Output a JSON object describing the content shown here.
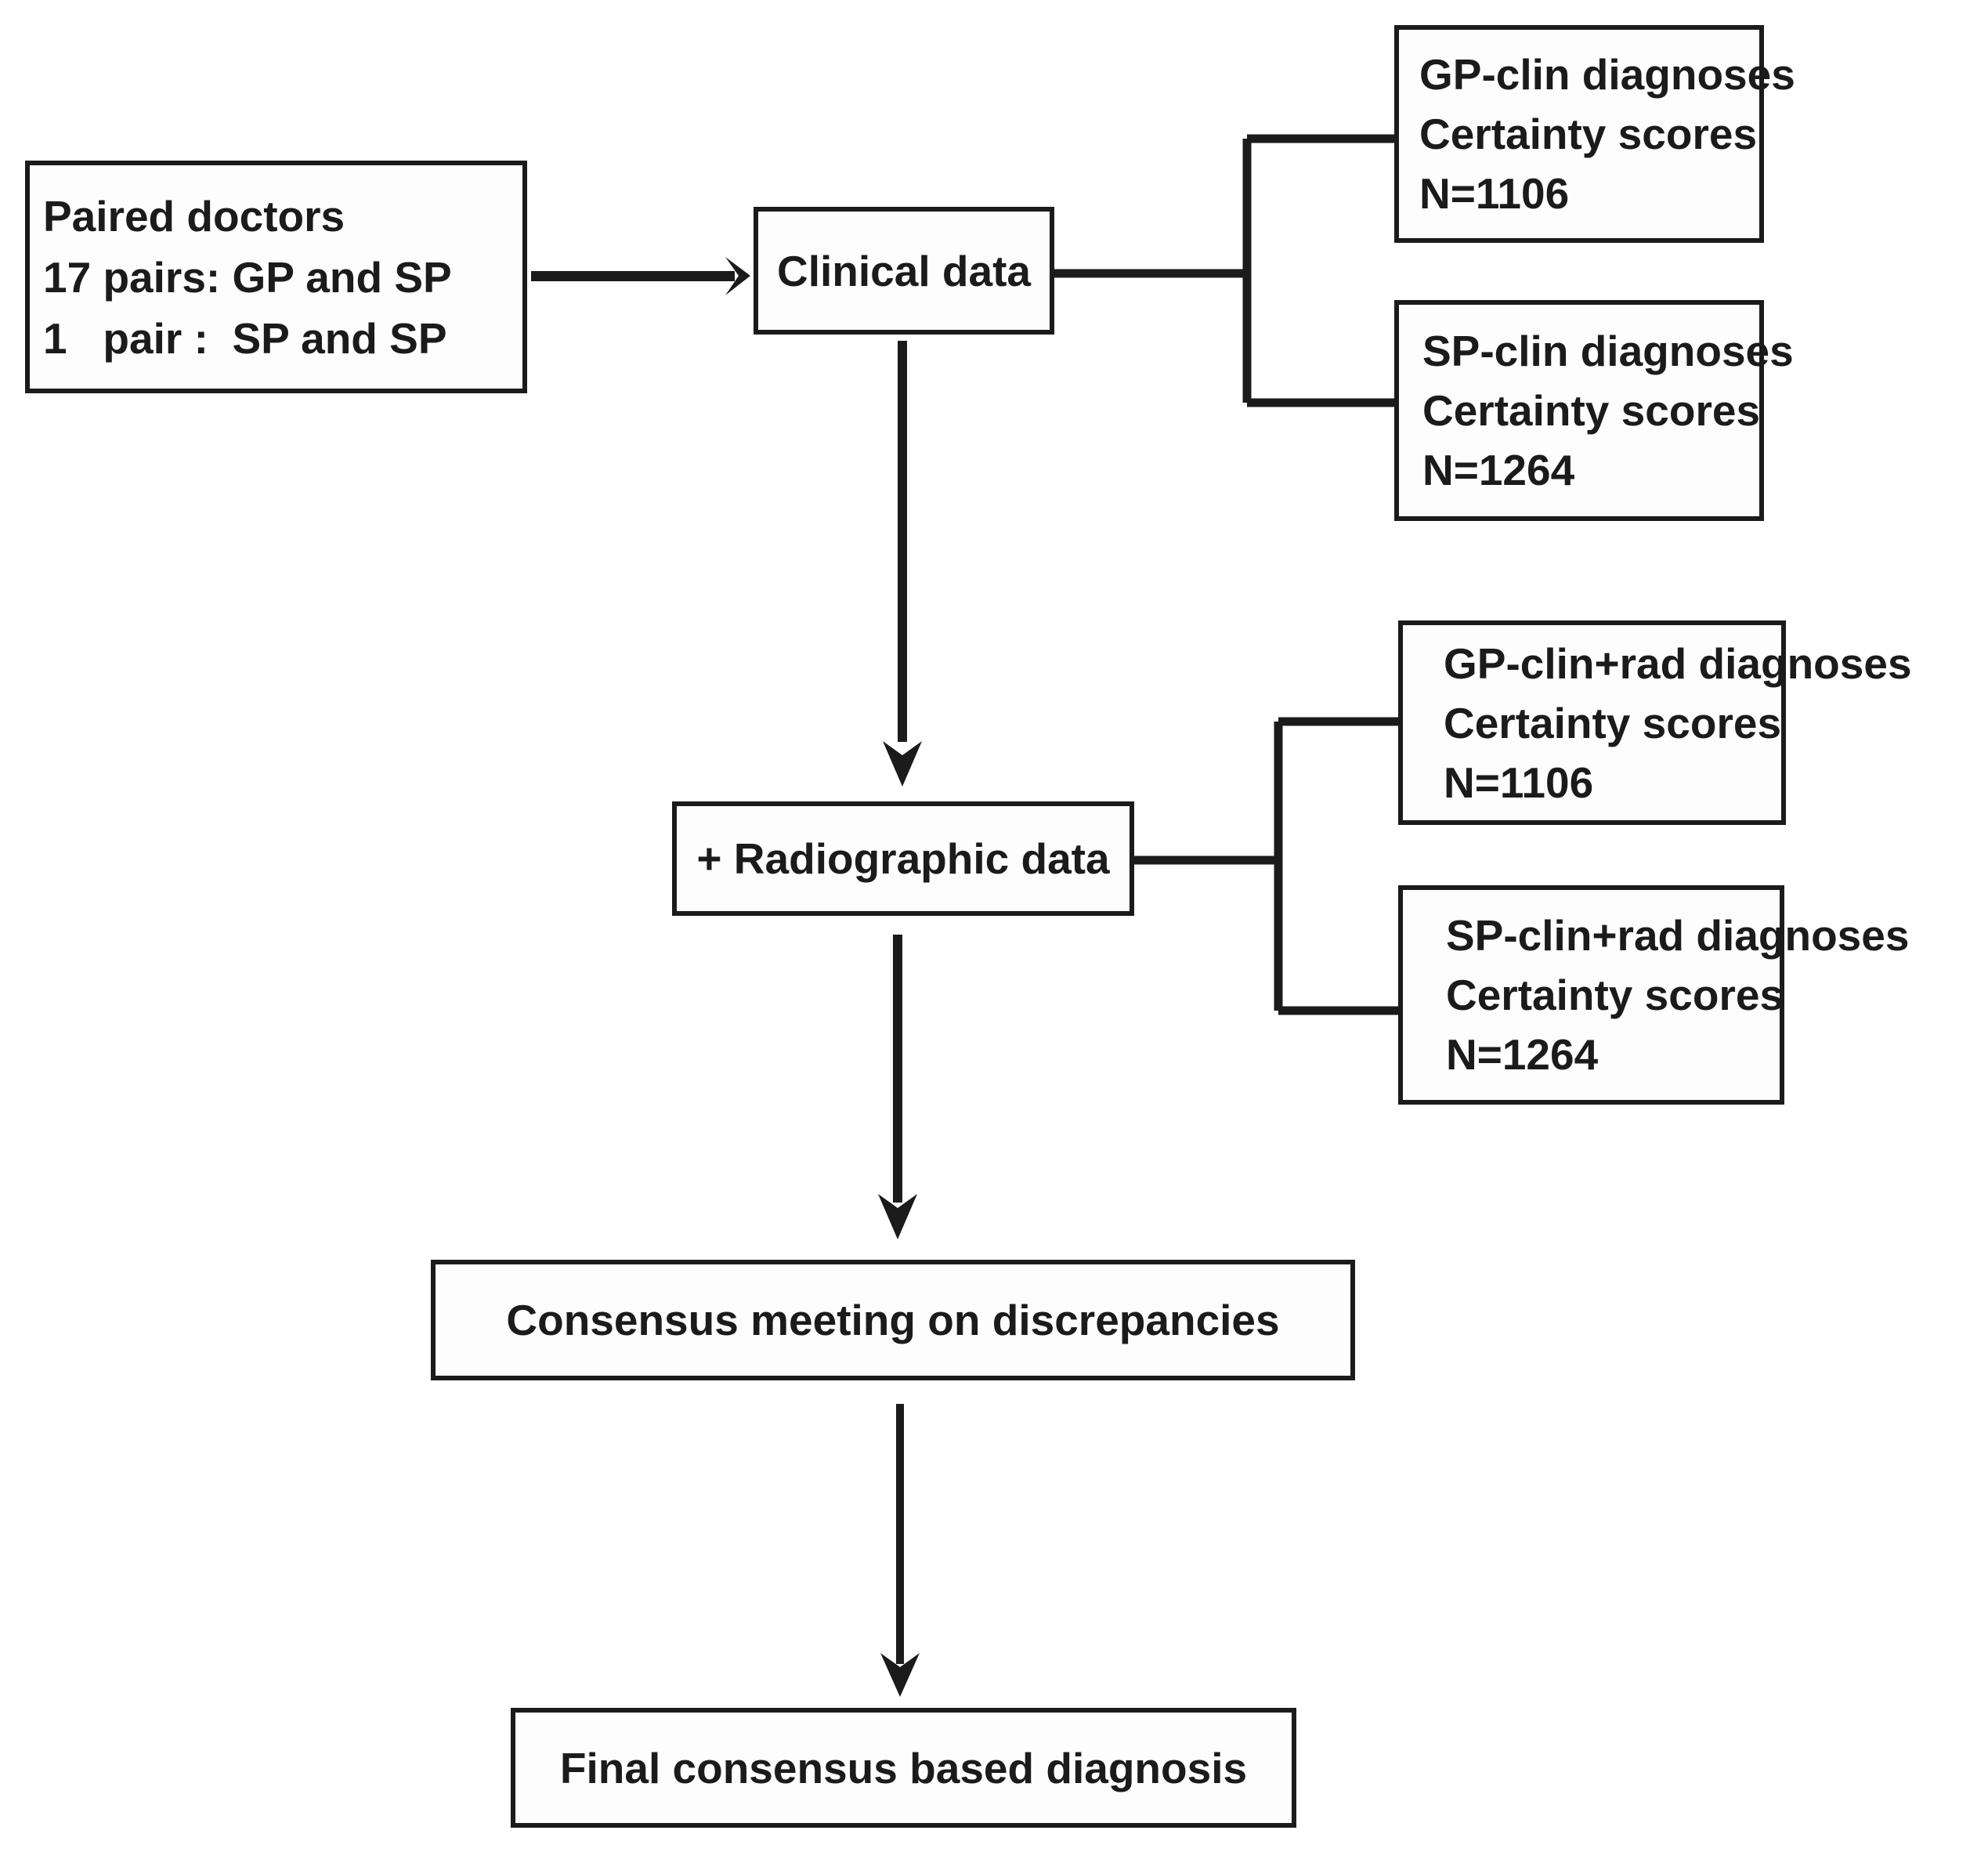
{
  "colors": {
    "ink": "#1b1b1b",
    "background": "#ffffff",
    "box_fill": "#fdfdfd"
  },
  "boxes": {
    "paired_doctors": {
      "lines": [
        "Paired doctors",
        "17 pairs: GP and SP",
        "1   pair :  SP and SP"
      ]
    },
    "clinical_data": {
      "label": "Clinical data"
    },
    "gp_clin": {
      "lines": [
        "GP-clin diagnoses",
        "Certainty scores",
        "N=1106"
      ]
    },
    "sp_clin": {
      "lines": [
        "SP-clin diagnoses",
        "Certainty scores",
        "N=1264"
      ]
    },
    "radiographic": {
      "label": "+ Radiographic data"
    },
    "gp_clin_rad": {
      "lines": [
        "GP-clin+rad diagnoses",
        "Certainty scores",
        "N=1106"
      ]
    },
    "sp_clin_rad": {
      "lines": [
        "SP-clin+rad diagnoses",
        "Certainty scores",
        "N=1264"
      ]
    },
    "consensus": {
      "label": "Consensus meeting on discrepancies"
    },
    "final": {
      "label": "Final consensus based diagnosis"
    }
  }
}
